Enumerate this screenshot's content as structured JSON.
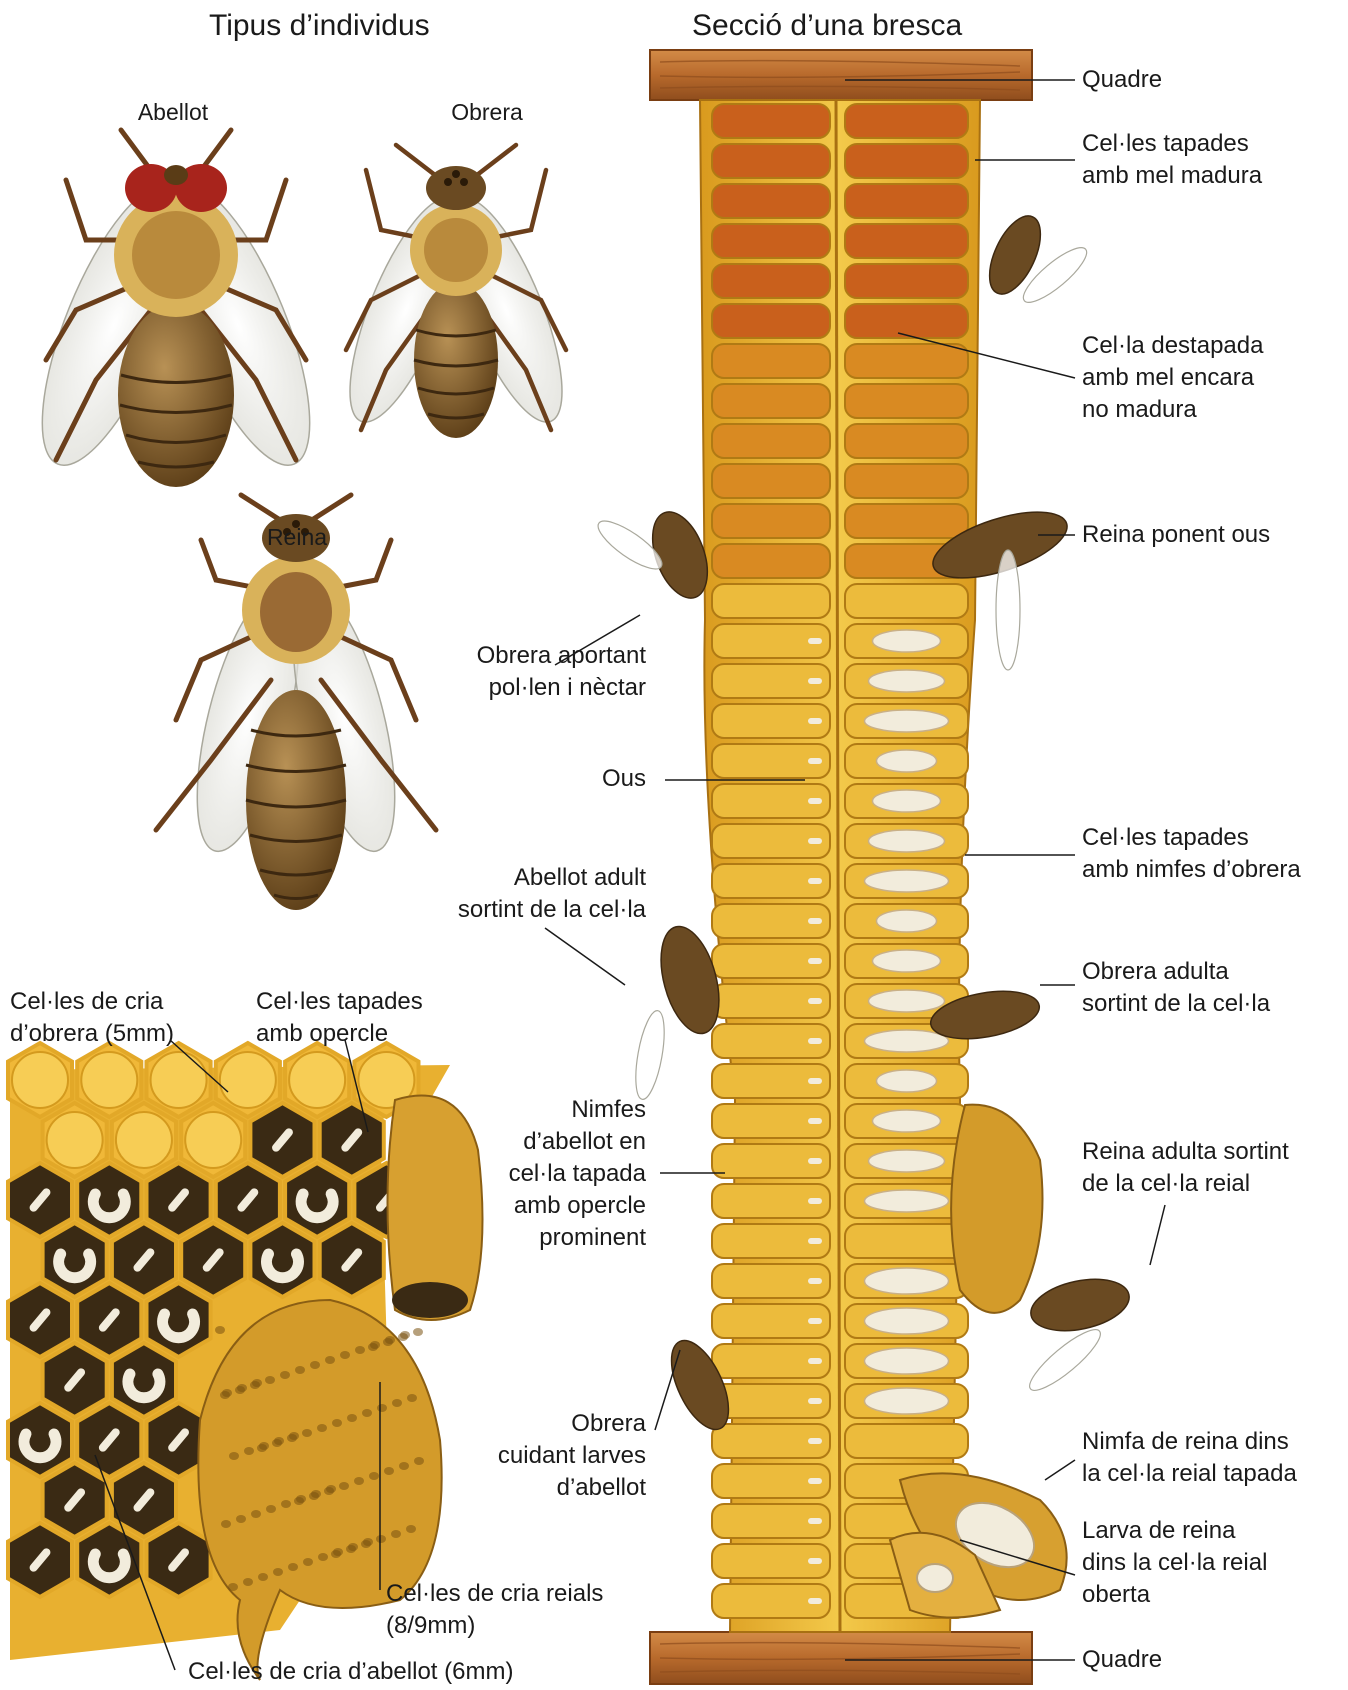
{
  "headings": {
    "types": "Tipus d’individus",
    "section": "Secció d’una bresca"
  },
  "bees": {
    "drone": "Abellot",
    "worker": "Obrera",
    "queen": "Reina"
  },
  "right_labels": [
    [
      "Quadre"
    ],
    [
      "Cel·les tapades",
      "amb mel madura"
    ],
    [
      "Cel·la destapada",
      "amb mel encara",
      "no madura"
    ],
    [
      "Reina ponent ous"
    ],
    [
      "Cel·les tapades",
      "amb nimfes d’obrera"
    ],
    [
      "Obrera adulta",
      "sortint de la cel·la"
    ],
    [
      "Reina adulta sortint",
      "de la cel·la reial"
    ],
    [
      "Nimfa de reina dins",
      "la cel·la reial tapada"
    ],
    [
      "Larva de reina",
      "dins la cel·la reial",
      "oberta"
    ],
    [
      "Quadre"
    ]
  ],
  "left_labels": [
    [
      "Obrera aportant",
      "pol·len i nèctar"
    ],
    [
      "Ous"
    ],
    [
      "Abellot adult",
      "sortint de la cel·la"
    ],
    [
      "Nimfes",
      "d’abellot en",
      "cel·la tapada",
      "amb opercle",
      "prominent"
    ],
    [
      "Obrera",
      "cuidant larves",
      "d’abellot"
    ]
  ],
  "inset_labels": [
    [
      "Cel·les de cria",
      "d’obrera (5mm)"
    ],
    [
      "Cel·les tapades",
      "amb opercle"
    ],
    [
      "Cel·les de cria reials",
      "(8/9mm)"
    ],
    [
      "Cel·les de cria d’abellot (6mm)"
    ]
  ],
  "colors": {
    "wood": "#b86a2c",
    "comb": "#e6b42c",
    "honey": "#c9601c",
    "cell_dark": "#3a2a14",
    "larva": "#f2ecdc"
  }
}
